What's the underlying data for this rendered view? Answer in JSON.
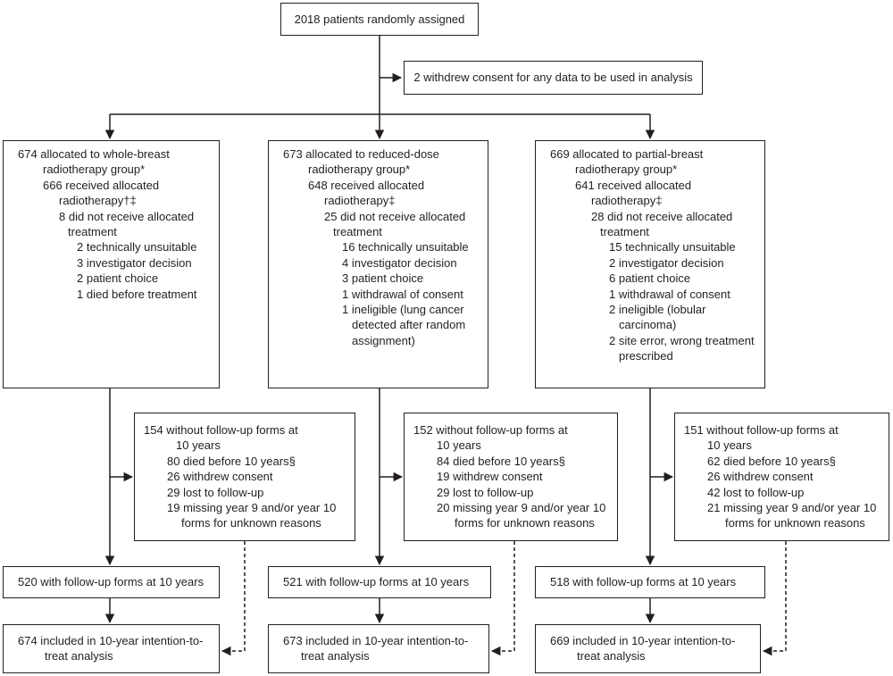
{
  "top": {
    "randomised": "2018 patients randomly assigned",
    "withdrew": "2 withdrew consent for any data to be used in analysis"
  },
  "arms": [
    {
      "allocated": [
        "674 allocated to whole-breast",
        "radiotherapy group*"
      ],
      "received": [
        "666 received allocated",
        "radiotherapy†‡"
      ],
      "not_received": [
        "8 did not receive allocated",
        "treatment"
      ],
      "reasons": [
        "2 technically unsuitable",
        "3 investigator decision",
        "2 patient choice",
        "1 died before treatment"
      ],
      "without_followup": [
        "154 without follow-up forms at",
        "10 years",
        "80 died before 10 years§",
        "26 withdrew consent",
        "29 lost to follow-up",
        "19 missing year 9 and/or year 10",
        "forms for unknown reasons"
      ],
      "with_followup": "520 with follow-up forms at 10 years",
      "included": [
        "674 included in 10-year intention-to-",
        "treat analysis"
      ]
    },
    {
      "allocated": [
        "673 allocated to reduced-dose",
        "radiotherapy group*"
      ],
      "received": [
        "648 received allocated",
        "radiotherapy‡"
      ],
      "not_received": [
        "25 did not receive allocated",
        "treatment"
      ],
      "reasons": [
        "16 technically unsuitable",
        "4 investigator decision",
        "3 patient choice",
        "1 withdrawal of consent",
        "1 ineligible (lung cancer",
        "detected after random",
        "assignment)"
      ],
      "without_followup": [
        "152 without follow-up forms at",
        "10 years",
        "84 died before 10 years§",
        "19 withdrew consent",
        "29 lost to follow-up",
        "20 missing year 9 and/or year 10",
        "forms for unknown reasons"
      ],
      "with_followup": "521 with follow-up forms at 10 years",
      "included": [
        "673 included in 10-year intention-to-",
        "treat analysis"
      ]
    },
    {
      "allocated": [
        "669 allocated to partial-breast",
        "radiotherapy group*"
      ],
      "received": [
        "641 received allocated",
        "radiotherapy‡"
      ],
      "not_received": [
        "28 did not receive allocated",
        "treatment"
      ],
      "reasons": [
        "15 technically unsuitable",
        "2 investigator decision",
        "6 patient choice",
        "1 withdrawal of consent",
        "2 ineligible (lobular",
        "carcinoma)",
        "2 site error, wrong treatment",
        "prescribed"
      ],
      "without_followup": [
        "151 without follow-up forms at",
        "10 years",
        "62 died before 10 years§",
        "26 withdrew consent",
        "42 lost to follow-up",
        "21 missing year 9 and/or year 10",
        "forms for unknown reasons"
      ],
      "with_followup": "518 with follow-up forms at 10 years",
      "included": [
        "669 included in 10-year intention-to-",
        "treat analysis"
      ]
    }
  ]
}
